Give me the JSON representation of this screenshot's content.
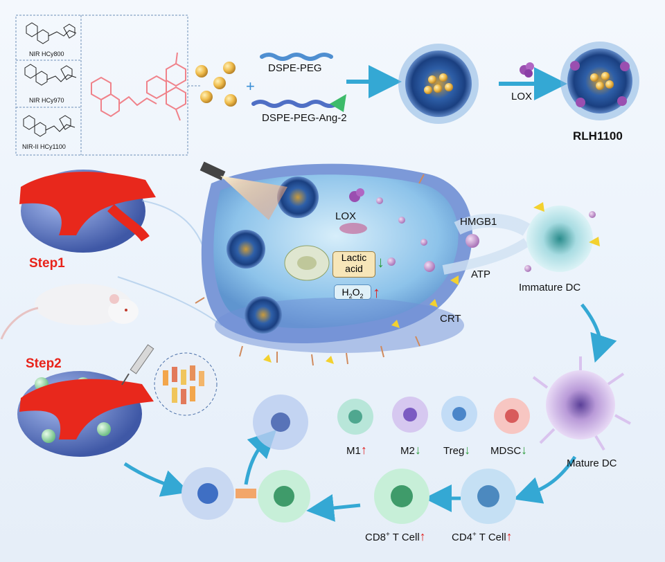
{
  "dyes": {
    "box1": "NIR HCy800",
    "box2": "NIR HCy970",
    "box3": "NIR-II HCy1100"
  },
  "synthesis": {
    "peg": "DSPE-PEG",
    "peg_ang": "DSPE-PEG-Ang-2",
    "plus": "+",
    "lox": "LOX",
    "product": "RLH1100"
  },
  "cell": {
    "lox": "LOX",
    "lactic_line1": "Lactic",
    "lactic_line2": "acid",
    "h2o2": "H",
    "h2o2_sub1": "2",
    "h2o2_o": "O",
    "h2o2_sub2": "2",
    "hmgb1": "HMGB1",
    "atp": "ATP",
    "crt": "CRT"
  },
  "steps": {
    "step1": "Step1",
    "step2": "Step2"
  },
  "immune": {
    "immature_dc": "Immature DC",
    "mature_dc": "Mature DC",
    "m1": "M1",
    "m2": "M2",
    "treg": "Treg",
    "mdsc": "MDSC",
    "cd8_pre": "CD8",
    "cd8_sup": "+",
    "cd8_post": " T Cell",
    "cd4_pre": "CD4",
    "cd4_sup": "+",
    "cd4_post": " T Cell"
  },
  "arrows": {
    "up": "↑",
    "down": "↓"
  },
  "colors": {
    "vessel": "#e8281c",
    "tumor": "#6f86c9",
    "nanoparticle_core": "#1c4f97",
    "gold": "#e7b54a",
    "cell_membrane": "#7c99d8",
    "flow_arrow": "#34a8d4",
    "step_red": "#e8231a"
  }
}
